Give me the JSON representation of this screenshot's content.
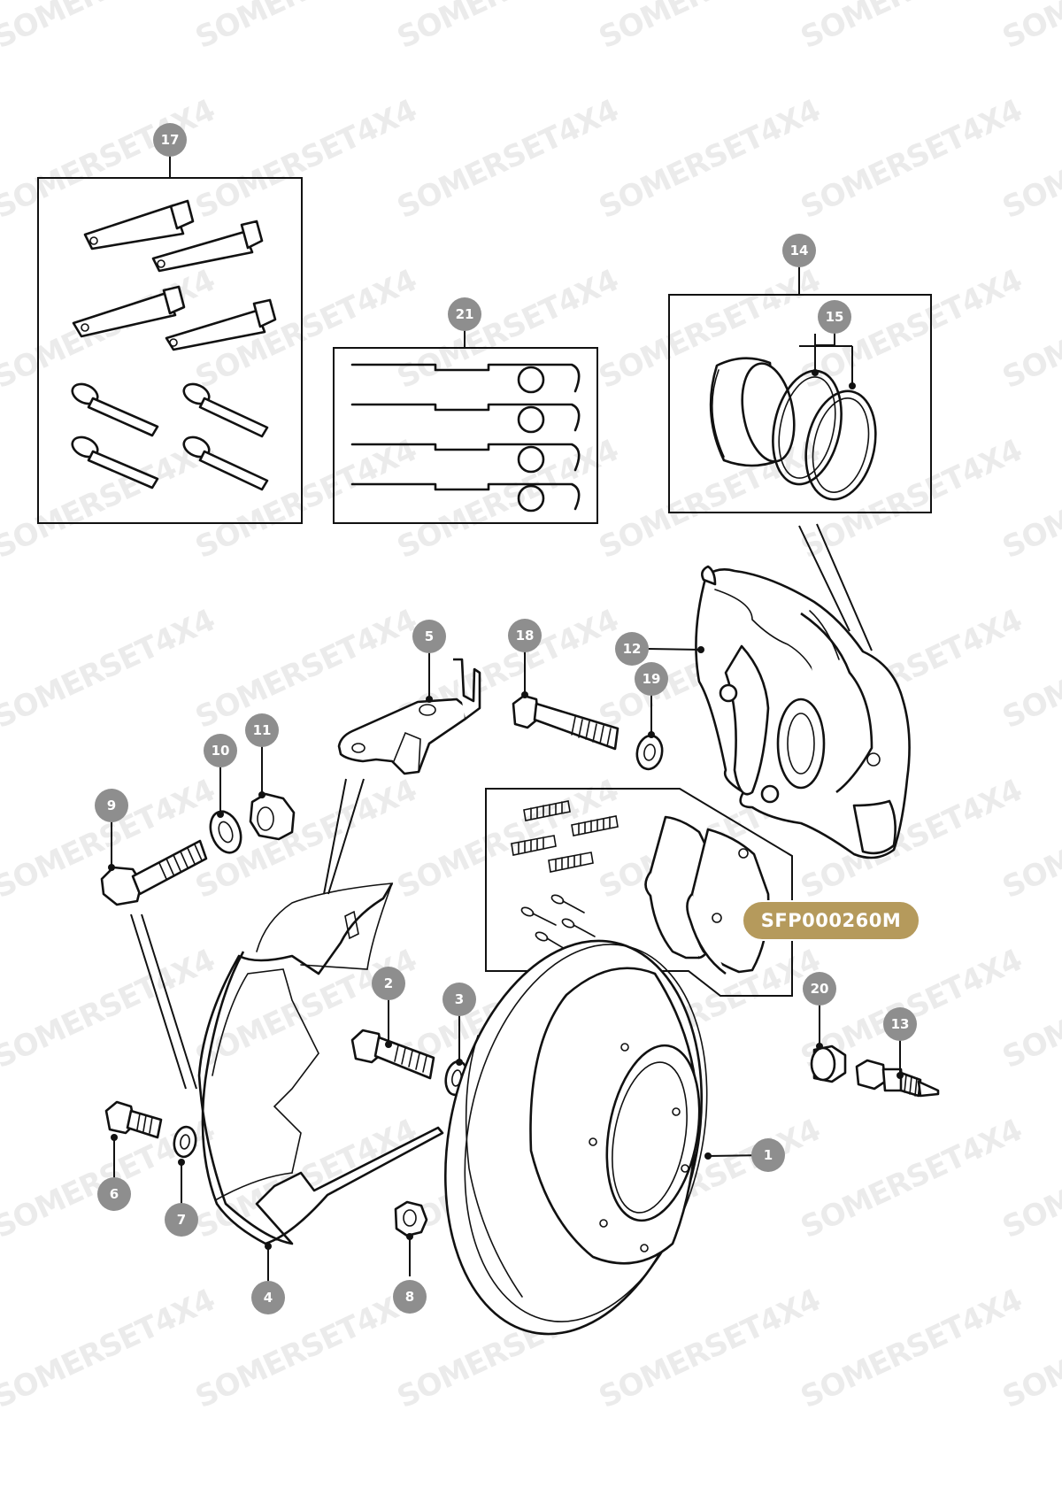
{
  "watermark": "SOMERSET4X4",
  "part_code": "SFP000260M",
  "callouts": [
    {
      "id": "c1",
      "label": "1"
    },
    {
      "id": "c2",
      "label": "2"
    },
    {
      "id": "c3",
      "label": "3"
    },
    {
      "id": "c4",
      "label": "4"
    },
    {
      "id": "c5",
      "label": "5"
    },
    {
      "id": "c6",
      "label": "6"
    },
    {
      "id": "c7",
      "label": "7"
    },
    {
      "id": "c8",
      "label": "8"
    },
    {
      "id": "c9",
      "label": "9"
    },
    {
      "id": "c10",
      "label": "10"
    },
    {
      "id": "c11",
      "label": "11"
    },
    {
      "id": "c12",
      "label": "12"
    },
    {
      "id": "c13",
      "label": "13"
    },
    {
      "id": "c14",
      "label": "14"
    },
    {
      "id": "c15",
      "label": "15"
    },
    {
      "id": "c17",
      "label": "17"
    },
    {
      "id": "c18",
      "label": "18"
    },
    {
      "id": "c19",
      "label": "19"
    },
    {
      "id": "c20",
      "label": "20"
    },
    {
      "id": "c21",
      "label": "21"
    }
  ],
  "colors": {
    "callout": "#8e8e8e",
    "part_code_badge": "#b59a5c",
    "line": "#111111",
    "watermark": "#dcdcdc"
  }
}
